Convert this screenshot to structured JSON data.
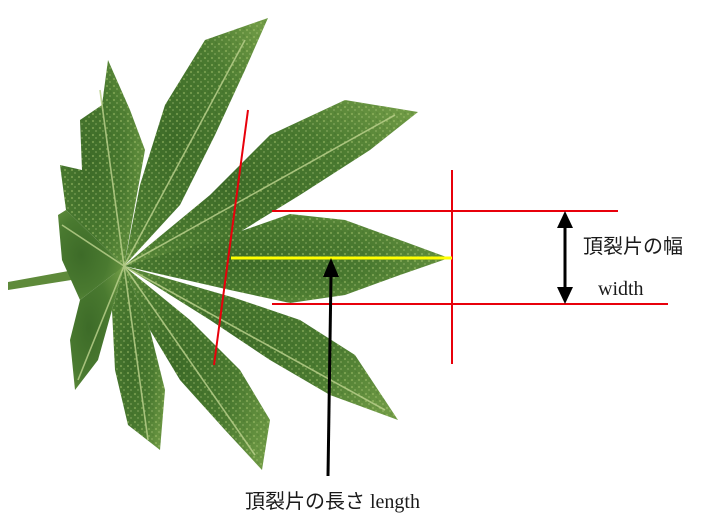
{
  "annotations": {
    "width_label_jp": "頂裂片の幅",
    "width_label_en": "width",
    "length_label": "頂裂片の長さ  length"
  },
  "colors": {
    "measure_line": "#e8000b",
    "length_axis": "#ffff00",
    "arrow": "#000000",
    "leaf_dark": "#2f5a22",
    "leaf_mid": "#4a7a30",
    "leaf_light": "#8fb257",
    "vein": "#b8cf8a",
    "petiole": "#5e8a3a"
  },
  "icons": {
    "leaf": "fatsia-leaf-illustration",
    "width_arrow": "double-headed-arrow",
    "length_arrow": "up-arrow"
  }
}
